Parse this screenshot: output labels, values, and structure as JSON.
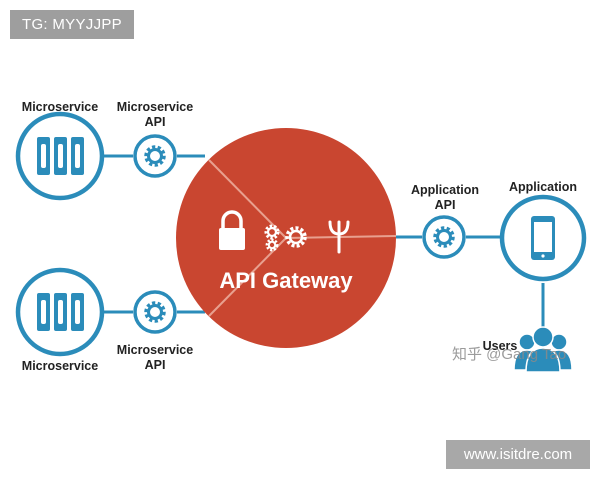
{
  "tag": {
    "text": "TG: MYYJJPP"
  },
  "watermark": {
    "text": "www.isitdre.com"
  },
  "zhihu": {
    "text": "知乎 @Gang Tao"
  },
  "labels": {
    "microservice_top": "Microservice",
    "microservice_api_top_line1": "Microservice",
    "microservice_api_top_line2": "API",
    "microservice_bottom": "Microservice",
    "microservice_api_bottom_line1": "Microservice",
    "microservice_api_bottom_line2": "API",
    "application_api_line1": "Application",
    "application_api_line2": "API",
    "application": "Application",
    "users": "Users"
  },
  "gateway": {
    "title": "API Gateway"
  },
  "colors": {
    "accent_blue": "#2b8cba",
    "gateway_red": "#c94630",
    "icon_white": "#ffffff"
  },
  "icons": {
    "microservice": "server-rack-icon",
    "api": "gear-icon",
    "lock": "lock-icon",
    "gears": "gears-icon",
    "router": "antenna-icon",
    "phone": "smartphone-icon",
    "users": "users-icon"
  }
}
